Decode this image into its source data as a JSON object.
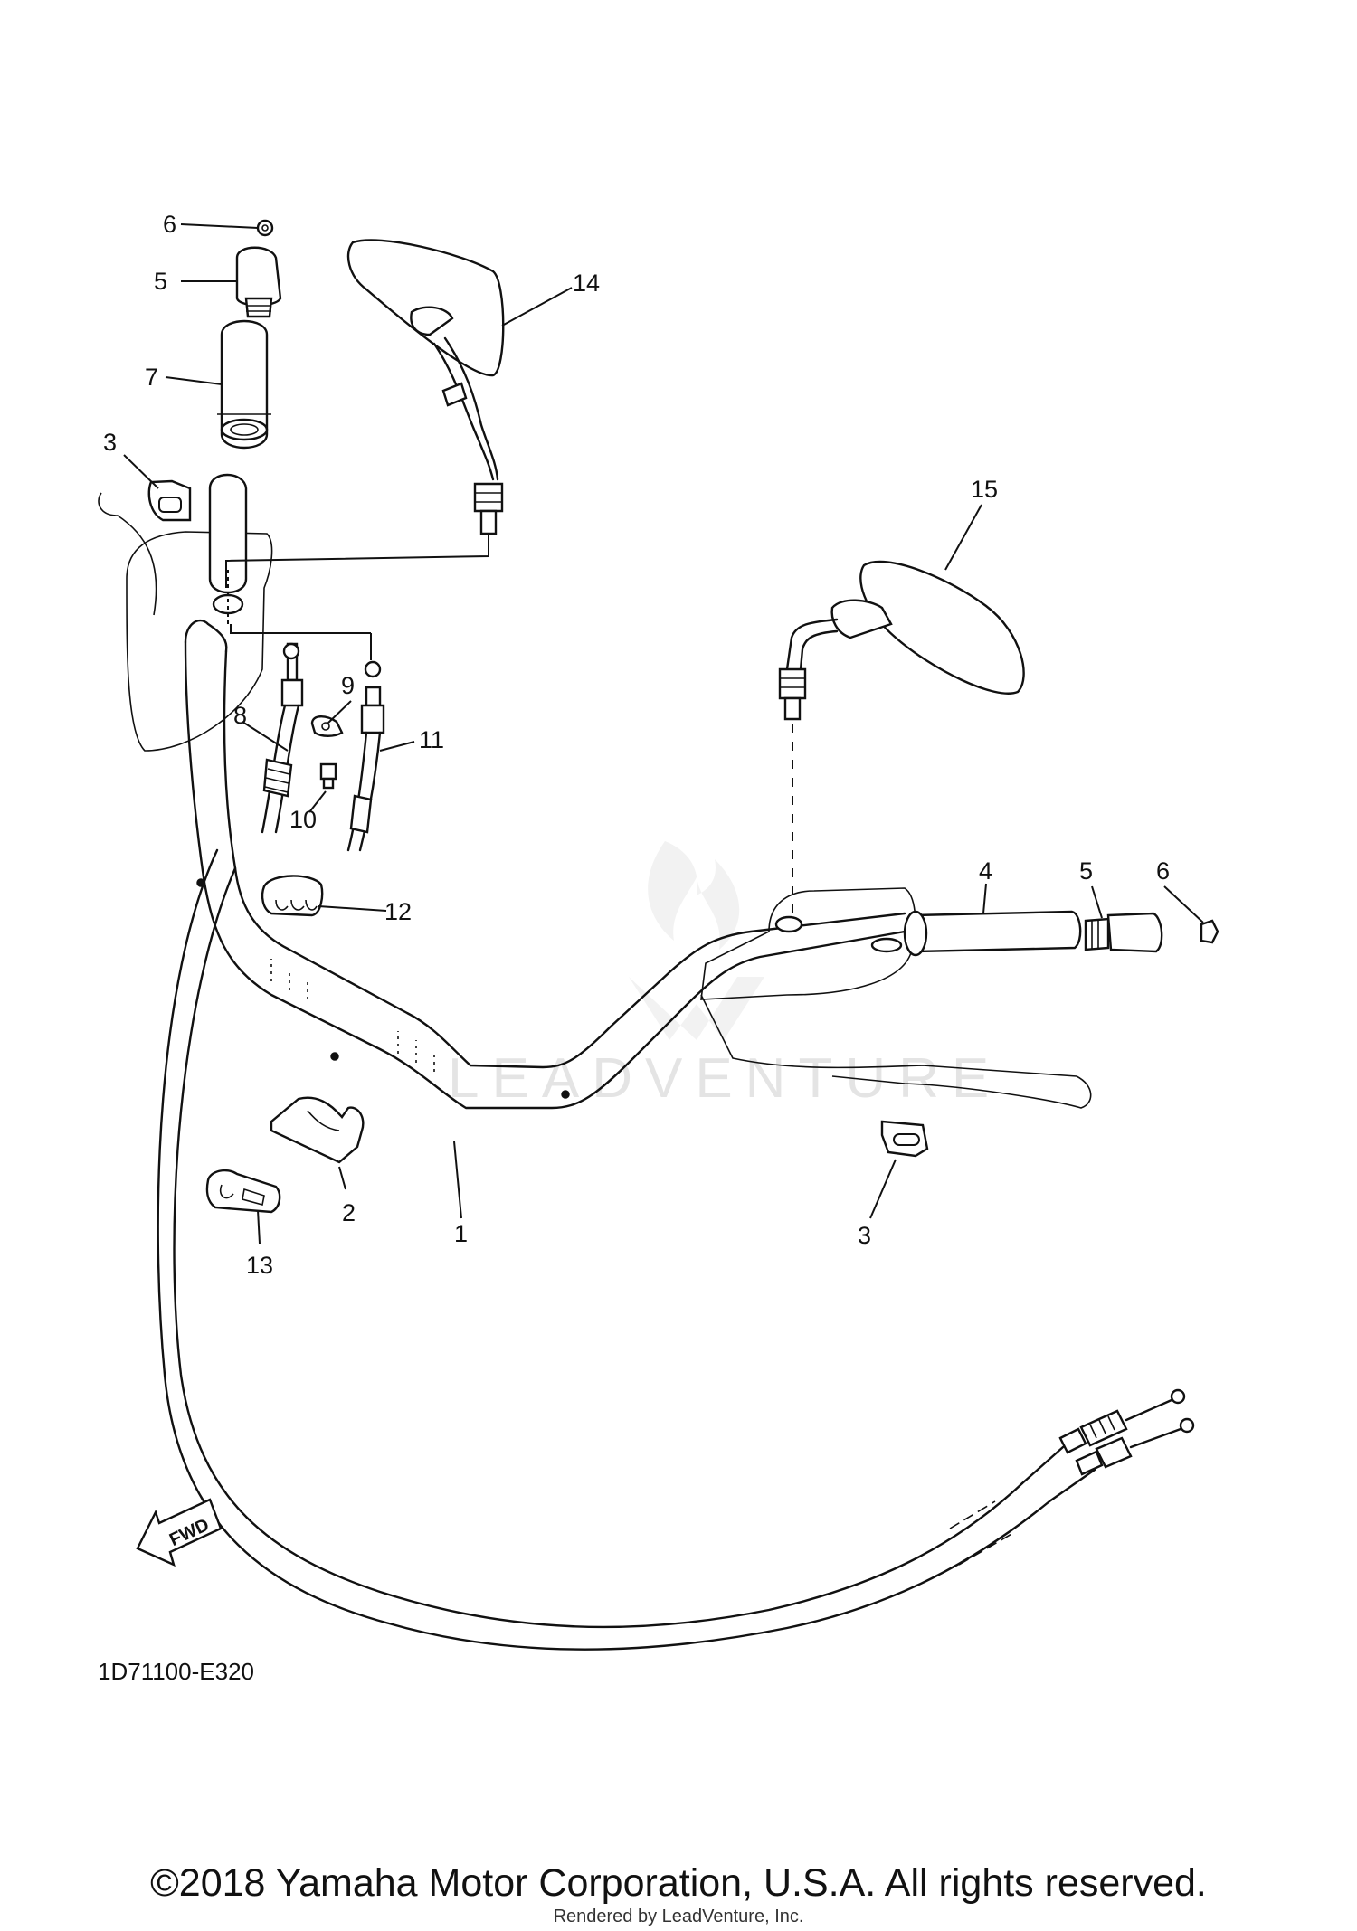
{
  "diagram": {
    "callouts": [
      {
        "id": "1",
        "label": "1"
      },
      {
        "id": "2",
        "label": "2"
      },
      {
        "id": "3a",
        "label": "3"
      },
      {
        "id": "3b",
        "label": "3"
      },
      {
        "id": "4",
        "label": "4"
      },
      {
        "id": "5a",
        "label": "5"
      },
      {
        "id": "5b",
        "label": "5"
      },
      {
        "id": "6a",
        "label": "6"
      },
      {
        "id": "6b",
        "label": "6"
      },
      {
        "id": "7",
        "label": "7"
      },
      {
        "id": "8",
        "label": "8"
      },
      {
        "id": "9",
        "label": "9"
      },
      {
        "id": "10",
        "label": "10"
      },
      {
        "id": "11",
        "label": "11"
      },
      {
        "id": "12",
        "label": "12"
      },
      {
        "id": "13",
        "label": "13"
      },
      {
        "id": "14",
        "label": "14"
      },
      {
        "id": "15",
        "label": "15"
      }
    ],
    "fwd_label": "FWD",
    "diagram_code": "1D71100-E320",
    "watermark": "LEADVENTURE"
  },
  "footer": {
    "copyright": "©2018 Yamaha Motor Corporation, U.S.A. All rights reserved.",
    "rendered_by": "Rendered by LeadVenture, Inc."
  }
}
